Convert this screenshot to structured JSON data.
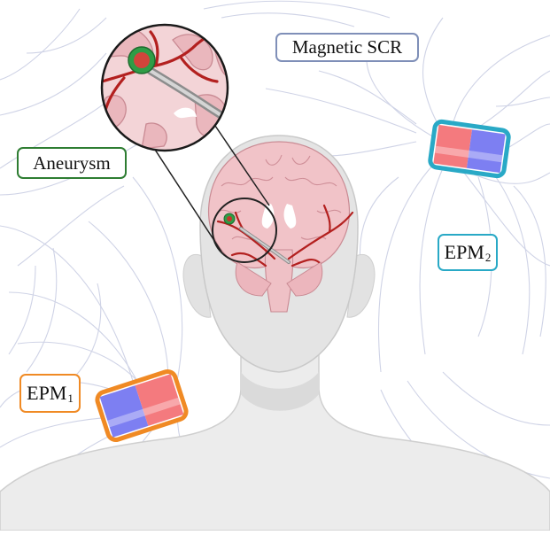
{
  "labels": {
    "magnetic_scr": "Magnetic SCR",
    "aneurysm": "Aneurysm",
    "epm2": {
      "main": "EPM",
      "sub": "2"
    },
    "epm1": {
      "main": "EPM",
      "sub": "1"
    }
  },
  "colors": {
    "magnetic_scr_border": "#7f8fb8",
    "aneurysm_border": "#2e7d32",
    "epm2_border": "#29a9c6",
    "epm1_border": "#f08a24",
    "magnet_north": "#f47a7e",
    "magnet_south": "#7d7ff2",
    "field_lines": "#cfd3e6",
    "skin": "#e3e3e3",
    "brain": "#f1c3c8",
    "vessel": "#b3201f",
    "aneurysm_fill": "#2f9d46"
  }
}
